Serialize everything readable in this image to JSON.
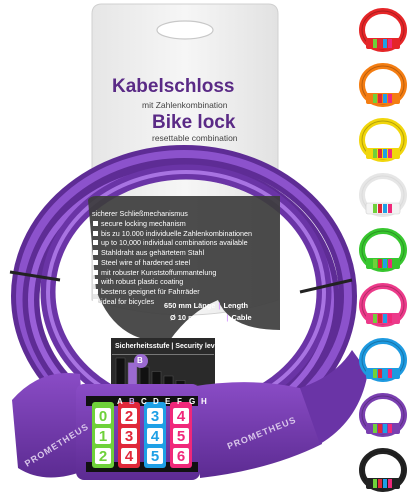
{
  "package": {
    "title_de": "Kabelschloss",
    "subtitle_de": "mit Zahlenkombination",
    "title_en": "Bike lock",
    "subtitle_en": "resettable combination"
  },
  "features": [
    "sicherer Schließmechanismus",
    "secure locking mechanism",
    "bis zu 10.000 individuelle Zahlenkombinationen",
    "up to 10,000 individual combinations available",
    "Stahldraht aus gehärtetem Stahl",
    "Steel wire of hardened steel",
    "mit robuster Kunststoffummantelung",
    "with robust plastic coating",
    "bestens geeignet für Fahrräder",
    "ideal for bicycles"
  ],
  "specs": {
    "length_de": "650 mm Länge",
    "length_en": "Length",
    "cable_de": "Ø 10 mm Kabel",
    "cable_en": "Cable"
  },
  "security": {
    "label_de": "Sicherheitsstufe",
    "label_en": "Security level",
    "levels": [
      "A",
      "B",
      "C",
      "D",
      "E",
      "F",
      "G",
      "H"
    ],
    "selected": "B"
  },
  "lock": {
    "brand_front": "PROMETHEUS",
    "brand_back": "PROMETHEUS",
    "wheels": [
      {
        "color": "#6fd13a",
        "digits": [
          "0",
          "1",
          "2"
        ]
      },
      {
        "color": "#e0283a",
        "digits": [
          "2",
          "3",
          "4"
        ]
      },
      {
        "color": "#1ea0e6",
        "digits": [
          "3",
          "4",
          "5"
        ]
      },
      {
        "color": "#f0287a",
        "digits": [
          "4",
          "5",
          "6"
        ]
      }
    ]
  },
  "color_variants": [
    {
      "name": "red",
      "color": "#e52628"
    },
    {
      "name": "orange",
      "color": "#f47d12"
    },
    {
      "name": "yellow",
      "color": "#f1d60c"
    },
    {
      "name": "white",
      "color": "#f3f3f3"
    },
    {
      "name": "green",
      "color": "#38c62f"
    },
    {
      "name": "pink",
      "color": "#ec3a8a"
    },
    {
      "name": "blue",
      "color": "#1e9ae0"
    },
    {
      "name": "purple",
      "color": "#7a3fb0"
    },
    {
      "name": "black",
      "color": "#222222"
    }
  ],
  "colors": {
    "cable_purple": "#7a43b8",
    "card": "#f0f0f0",
    "title_purple": "#5a2a86"
  }
}
